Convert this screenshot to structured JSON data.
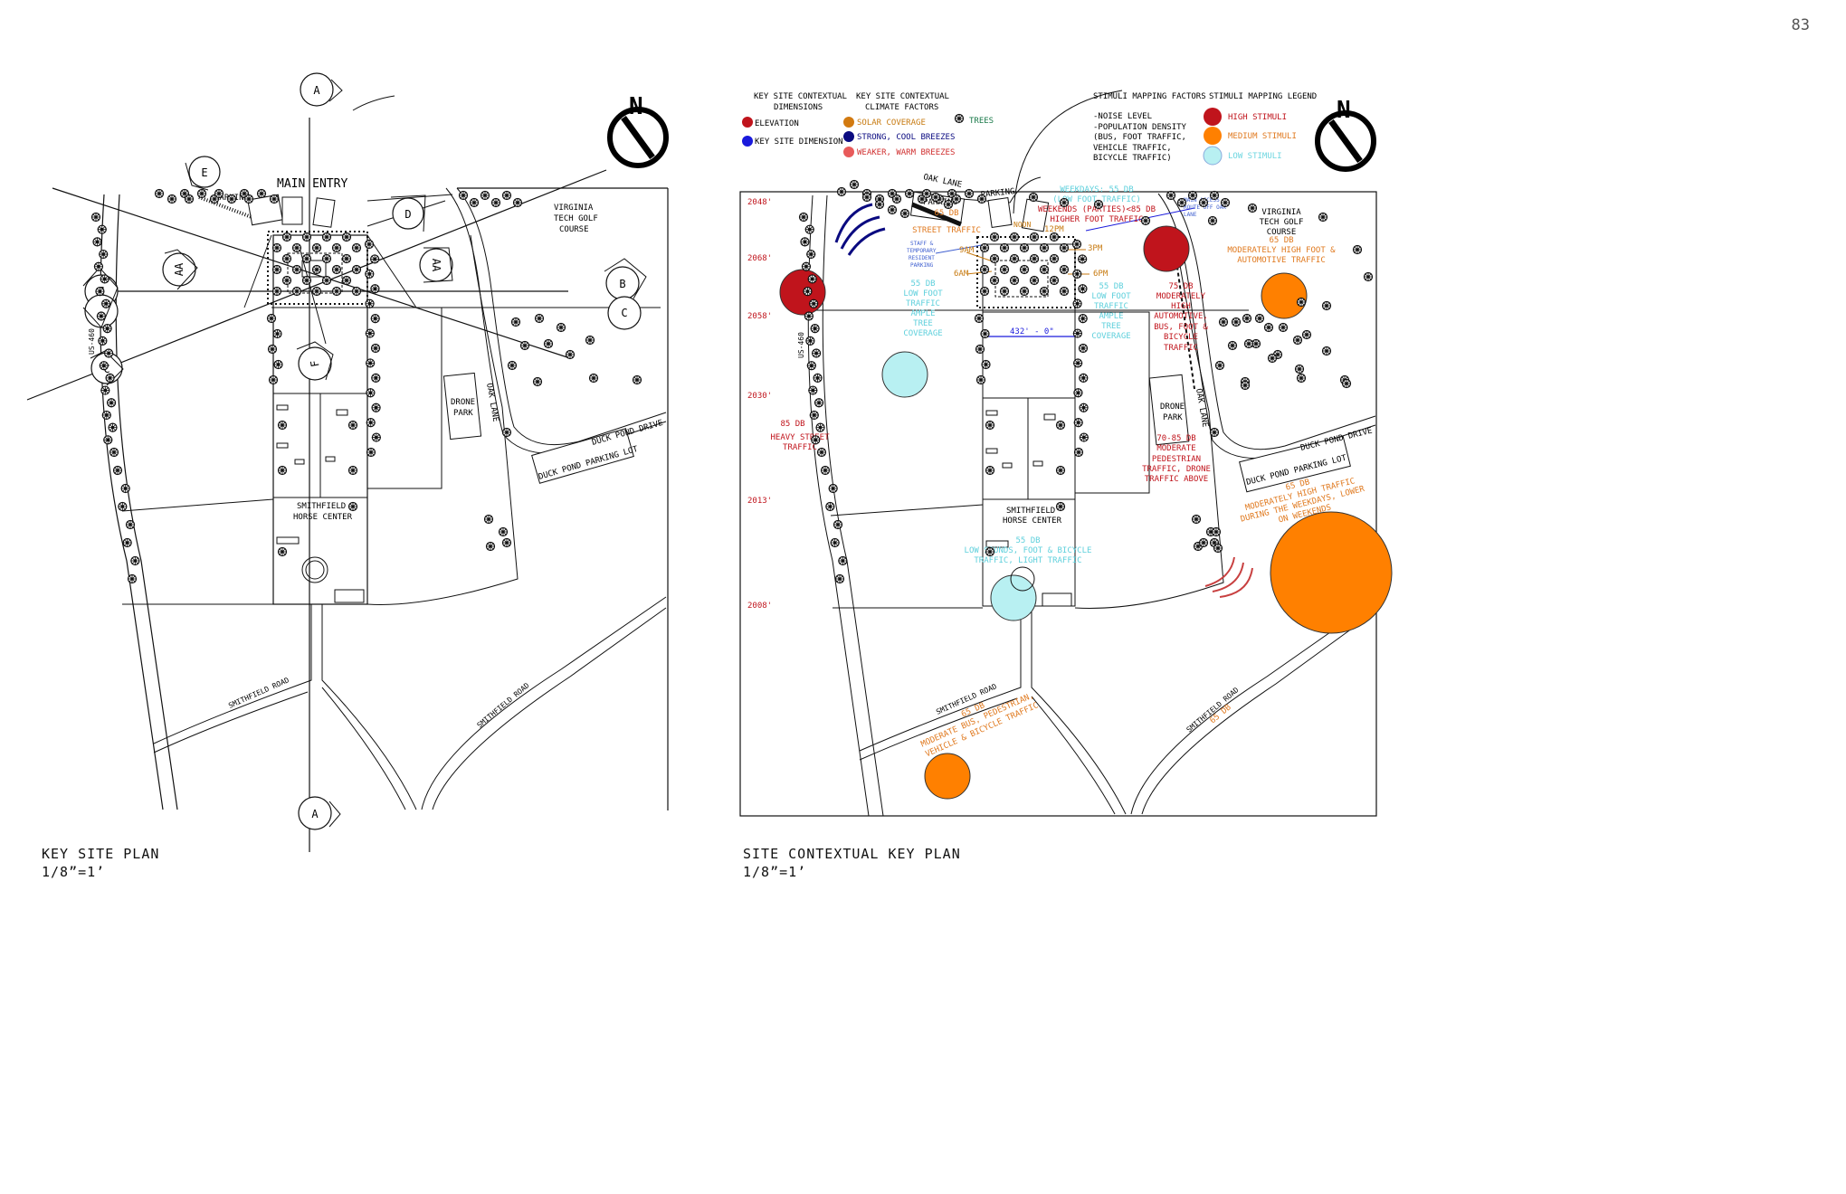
{
  "page_number": "83",
  "left_plan": {
    "title": "KEY SITE PLAN",
    "scale": "1/8”=1’",
    "main_entry": "MAIN ENTRY",
    "parking": "PARKING",
    "virginia_tech_golf": [
      "VIRGINIA",
      "TECH GOLF",
      "COURSE"
    ],
    "drone_park": [
      "DRONE",
      "PARK"
    ],
    "oak_lane": "OAK LANE",
    "duck_pond_drive": "DUCK POND DRIVE",
    "duck_pond_parking_lot": "DUCK POND PARKING LOT",
    "horse_center": [
      "SMITHFIELD",
      "HORSE CENTER"
    ],
    "smithfield_road_1": "SMITHFIELD ROAD",
    "smithfield_road_2": "SMITHFIELD ROAD",
    "us460": "US-460",
    "section_markers": [
      "A",
      "E",
      "D",
      "AA",
      "AA",
      "B",
      "C",
      "C",
      "C",
      "F",
      "A"
    ]
  },
  "right_plan": {
    "title": "SITE CONTEXTUAL KEY PLAN",
    "scale": "1/8”=1’",
    "legend_dimensions": {
      "title": [
        "KEY SITE CONTEXTUAL",
        "DIMENSIONS"
      ],
      "items": [
        {
          "label": "ELEVATION",
          "color": "#c0141c"
        },
        {
          "label": "KEY SITE DIMENSION",
          "color": "#1a1adc"
        }
      ]
    },
    "legend_climate": {
      "title": [
        "KEY SITE CONTEXTUAL",
        "CLIMATE FACTORS"
      ],
      "items": [
        {
          "label": "SOLAR COVERAGE",
          "color": "#d27a10"
        },
        {
          "label": "STRONG, COOL BREEZES",
          "color": "#0a0a80"
        },
        {
          "label": "WEAKER, WARM BREEZES",
          "color": "#e85a5a"
        }
      ],
      "trees": "TREES",
      "trees_color": "#1a7a4a"
    },
    "stimuli_factors": {
      "title": "STIMULI MAPPING FACTORS",
      "lines": [
        "-NOISE LEVEL",
        "-POPULATION DENSITY",
        "(BUS, FOOT TRAFFIC,",
        "VEHICLE TRAFFIC,",
        "BICYCLE TRAFFIC)"
      ]
    },
    "stimuli_legend": {
      "title": "STIMULI MAPPING LEGEND",
      "items": [
        {
          "label": "HIGH STIMULI",
          "color": "#c0141c",
          "text_color": "#c0141c"
        },
        {
          "label": "MEDIUM STIMULI",
          "color": "#ff8000",
          "text_color": "#e07a20"
        },
        {
          "label": "LOW STIMULI",
          "color": "#b8f0f2",
          "text_color": "#6ed6e0"
        }
      ]
    },
    "elevations": [
      "2048'",
      "2068'",
      "2058'",
      "2030'",
      "2013'",
      "2008'"
    ],
    "dimension_label": "432' - 0\"",
    "times": [
      "9AM",
      "12PM",
      "3PM",
      "6AM",
      "6PM"
    ],
    "oak_lane_top": "OAK LANE",
    "parking_1": "PARKING",
    "parking_2": "PARKING",
    "staff_parking": [
      "STAFF &",
      "TEMPORARY",
      "RESIDENT",
      "PARKING"
    ],
    "main_access": [
      "MAIN ACCESS",
      "ROUTE OFF OAK",
      "LANE"
    ],
    "weekdays_note": [
      "WEEKDAYS: 55 DB",
      "(LOW FOOT TRAFFIC)"
    ],
    "weekends_note": [
      "WEEKENDS (PARTIES)<85 DB",
      "HIGHER FOOT TRAFFIC"
    ],
    "street_note": [
      "65 DB",
      "STREET TRAFFIC"
    ],
    "noon_note": "NOON",
    "low_left_note": [
      "55 DB",
      "LOW FOOT",
      "TRAFFIC",
      "AMPLE",
      "TREE",
      "COVERAGE"
    ],
    "low_right_note": [
      "55 DB",
      "LOW FOOT",
      "TRAFFIC",
      "AMPLE",
      "TREE",
      "COVERAGE"
    ],
    "heavy_street": [
      "85 DB",
      "HEAVY STREET",
      "TRAFFIC"
    ],
    "east_high": [
      "75 DB",
      "MODERATELY",
      "HIGH",
      "AUTOMOTIVE,",
      "BUS, FOOT &",
      "BICYCLE",
      "TRAFFIC"
    ],
    "golf_note": [
      "65 DB",
      "MODERATELY HIGH FOOT &",
      "AUTOMOTIVE TRAFFIC"
    ],
    "pedestrian_note": [
      "70-85 DB",
      "MODERATE",
      "PEDESTRIAN",
      "TRAFFIC, DRONE",
      "TRAFFIC ABOVE"
    ],
    "duck_pond_note": [
      "65 DB",
      "MODERATELY HIGH TRAFFIC",
      "DURING THE WEEKDAYS, LOWER",
      "ON WEEKENDS"
    ],
    "horse_note": [
      "55 DB",
      "LOW SOUNDS, FOOT & BICYCLE",
      "TRAFFIC, LIGHT TRAFFIC"
    ],
    "smithfield_note": [
      "65 DB",
      "MODERATE BUS, PEDESTRIAN,",
      "VEHICLE & BICYCLE TRAFFIC"
    ],
    "smithfield_road_db": "65 DB",
    "virginia_tech_golf": [
      "VIRGINIA",
      "TECH GOLF",
      "COURSE"
    ],
    "drone_park": [
      "DRONE",
      "PARK"
    ],
    "oak_lane": "OAK LANE",
    "duck_pond_drive": "DUCK POND DRIVE",
    "duck_pond_parking_lot": "DUCK POND PARKING LOT",
    "horse_center": [
      "SMITHFIELD",
      "HORSE CENTER"
    ],
    "smithfield_road_1": "SMITHFIELD ROAD",
    "smithfield_road_2": "SMITHFIELD ROAD",
    "us460": "US-460"
  },
  "colors": {
    "high": "#c0141c",
    "medium": "#ff8000",
    "low": "#b8f0f2",
    "low_text": "#5fd0dc",
    "medium_text": "#e07a20",
    "high_text": "#c0141c",
    "solar": "#c77a10",
    "dim_blue": "#1a1adc",
    "navy": "#0a0a80"
  }
}
